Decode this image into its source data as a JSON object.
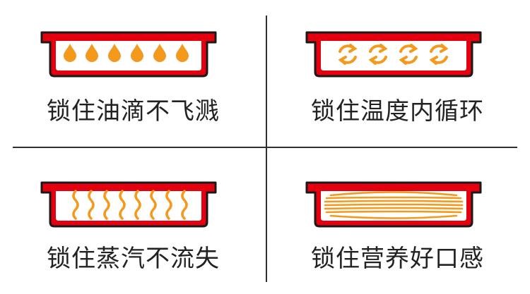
{
  "colors": {
    "pan_fill": "#e4000f",
    "pan_outline": "#1a1a1a",
    "accent": "#f39a1e",
    "divider": "#2f2f2f",
    "text": "#222222"
  },
  "panels": [
    {
      "caption": "锁住油滴不飞溅",
      "icon": "oil-drop-icon"
    },
    {
      "caption": "锁住温度内循环",
      "icon": "circular-arrows-icon"
    },
    {
      "caption": "锁住蒸汽不流失",
      "icon": "steam-wave-icon"
    },
    {
      "caption": "锁住营养好口感",
      "icon": "layered-food-icon"
    }
  ]
}
